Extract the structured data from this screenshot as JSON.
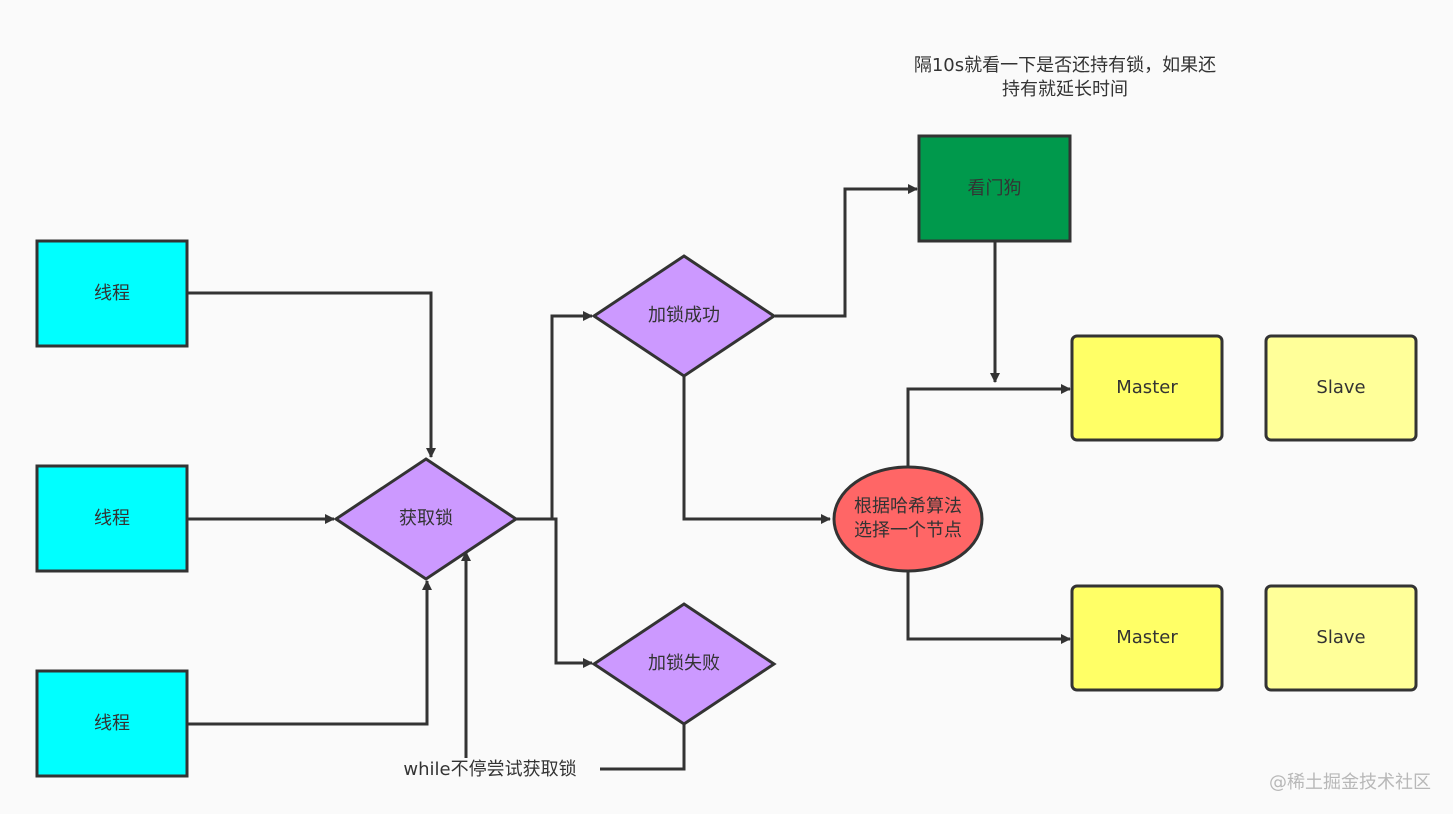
{
  "nodes": {
    "thread_1": "线程",
    "thread_2": "线程",
    "thread_3": "线程",
    "acquire_lock": "获取锁",
    "lock_success": "加锁成功",
    "lock_fail": "加锁失败",
    "watchdog": "看门狗",
    "hash_select_line1": "根据哈希算法",
    "hash_select_line2": "选择一个节点",
    "master_1": "Master",
    "slave_1": "Slave",
    "master_2": "Master",
    "slave_2": "Slave"
  },
  "notes": {
    "watchdog_note_line1": "隔10s就看一下是否还持有锁，如果还",
    "watchdog_note_line2": "持有就延长时间",
    "retry_label": "while不停尝试获取锁"
  },
  "watermark": "@稀土掘金技术社区",
  "colors": {
    "thread_fill": "#00FFFF",
    "decision_fill": "#CC99FF",
    "watchdog_fill": "#00994C",
    "hash_fill": "#FF6666",
    "master_fill": "#FFFF66",
    "slave_fill": "#FFFF99",
    "stroke": "#333333"
  }
}
